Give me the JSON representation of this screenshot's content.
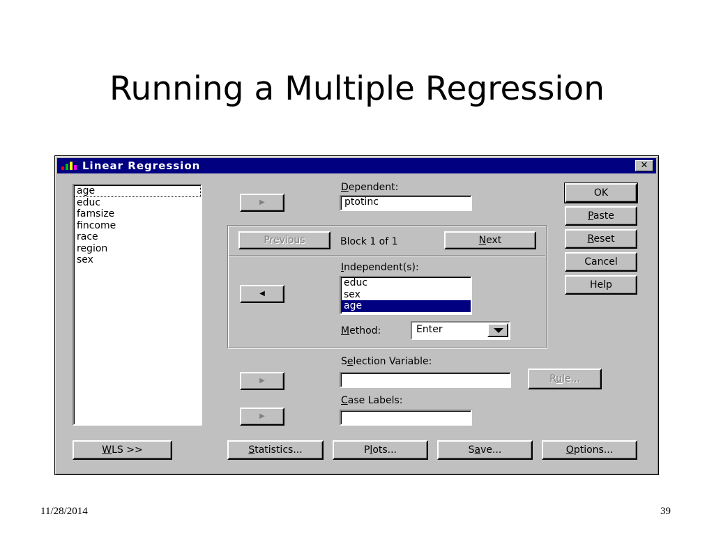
{
  "slide": {
    "title": "Running a Multiple Regression",
    "date": "11/28/2014",
    "page_number": "39"
  },
  "dialog": {
    "title": "Linear Regression",
    "close_label": "✕",
    "variables": [
      "age",
      "educ",
      "famsize",
      "fincome",
      "race",
      "region",
      "sex"
    ],
    "dependent": {
      "label_prefix": "D",
      "label_rest": "ependent:",
      "value": "ptotinc",
      "arrow": "▶"
    },
    "block": {
      "previous_pre": "Pre",
      "previous_u": "v",
      "previous_post": "ious",
      "status": "Block 1 of 1",
      "next_u": "N",
      "next_rest": "ext"
    },
    "independents": {
      "label_prefix": "I",
      "label_rest": "ndependent(s):",
      "items": [
        "educ",
        "sex",
        "age"
      ],
      "arrow": "◀"
    },
    "method": {
      "label_prefix": "M",
      "label_rest": "ethod:",
      "value": "Enter"
    },
    "selection": {
      "label_pre": "S",
      "label_u": "e",
      "label_post": "lection Variable:",
      "value": "",
      "arrow": "▶",
      "rule_pre": "R",
      "rule_u": "u",
      "rule_post": "le..."
    },
    "case_labels": {
      "label_prefix": "C",
      "label_rest": "ase Labels:",
      "value": "",
      "arrow": "▶"
    },
    "side_buttons": {
      "ok": "OK",
      "paste_u": "P",
      "paste_rest": "aste",
      "reset_u": "R",
      "reset_rest": "eset",
      "cancel": "Cancel",
      "help": "Help"
    },
    "bottom_buttons": {
      "wls_u": "W",
      "wls_rest": "LS >>",
      "statistics_u": "S",
      "statistics_rest": "tatistics...",
      "plots_pre": "P",
      "plots_u": "l",
      "plots_post": "ots...",
      "save_pre": "S",
      "save_u": "a",
      "save_post": "ve...",
      "options_u": "O",
      "options_rest": "ptions..."
    }
  }
}
